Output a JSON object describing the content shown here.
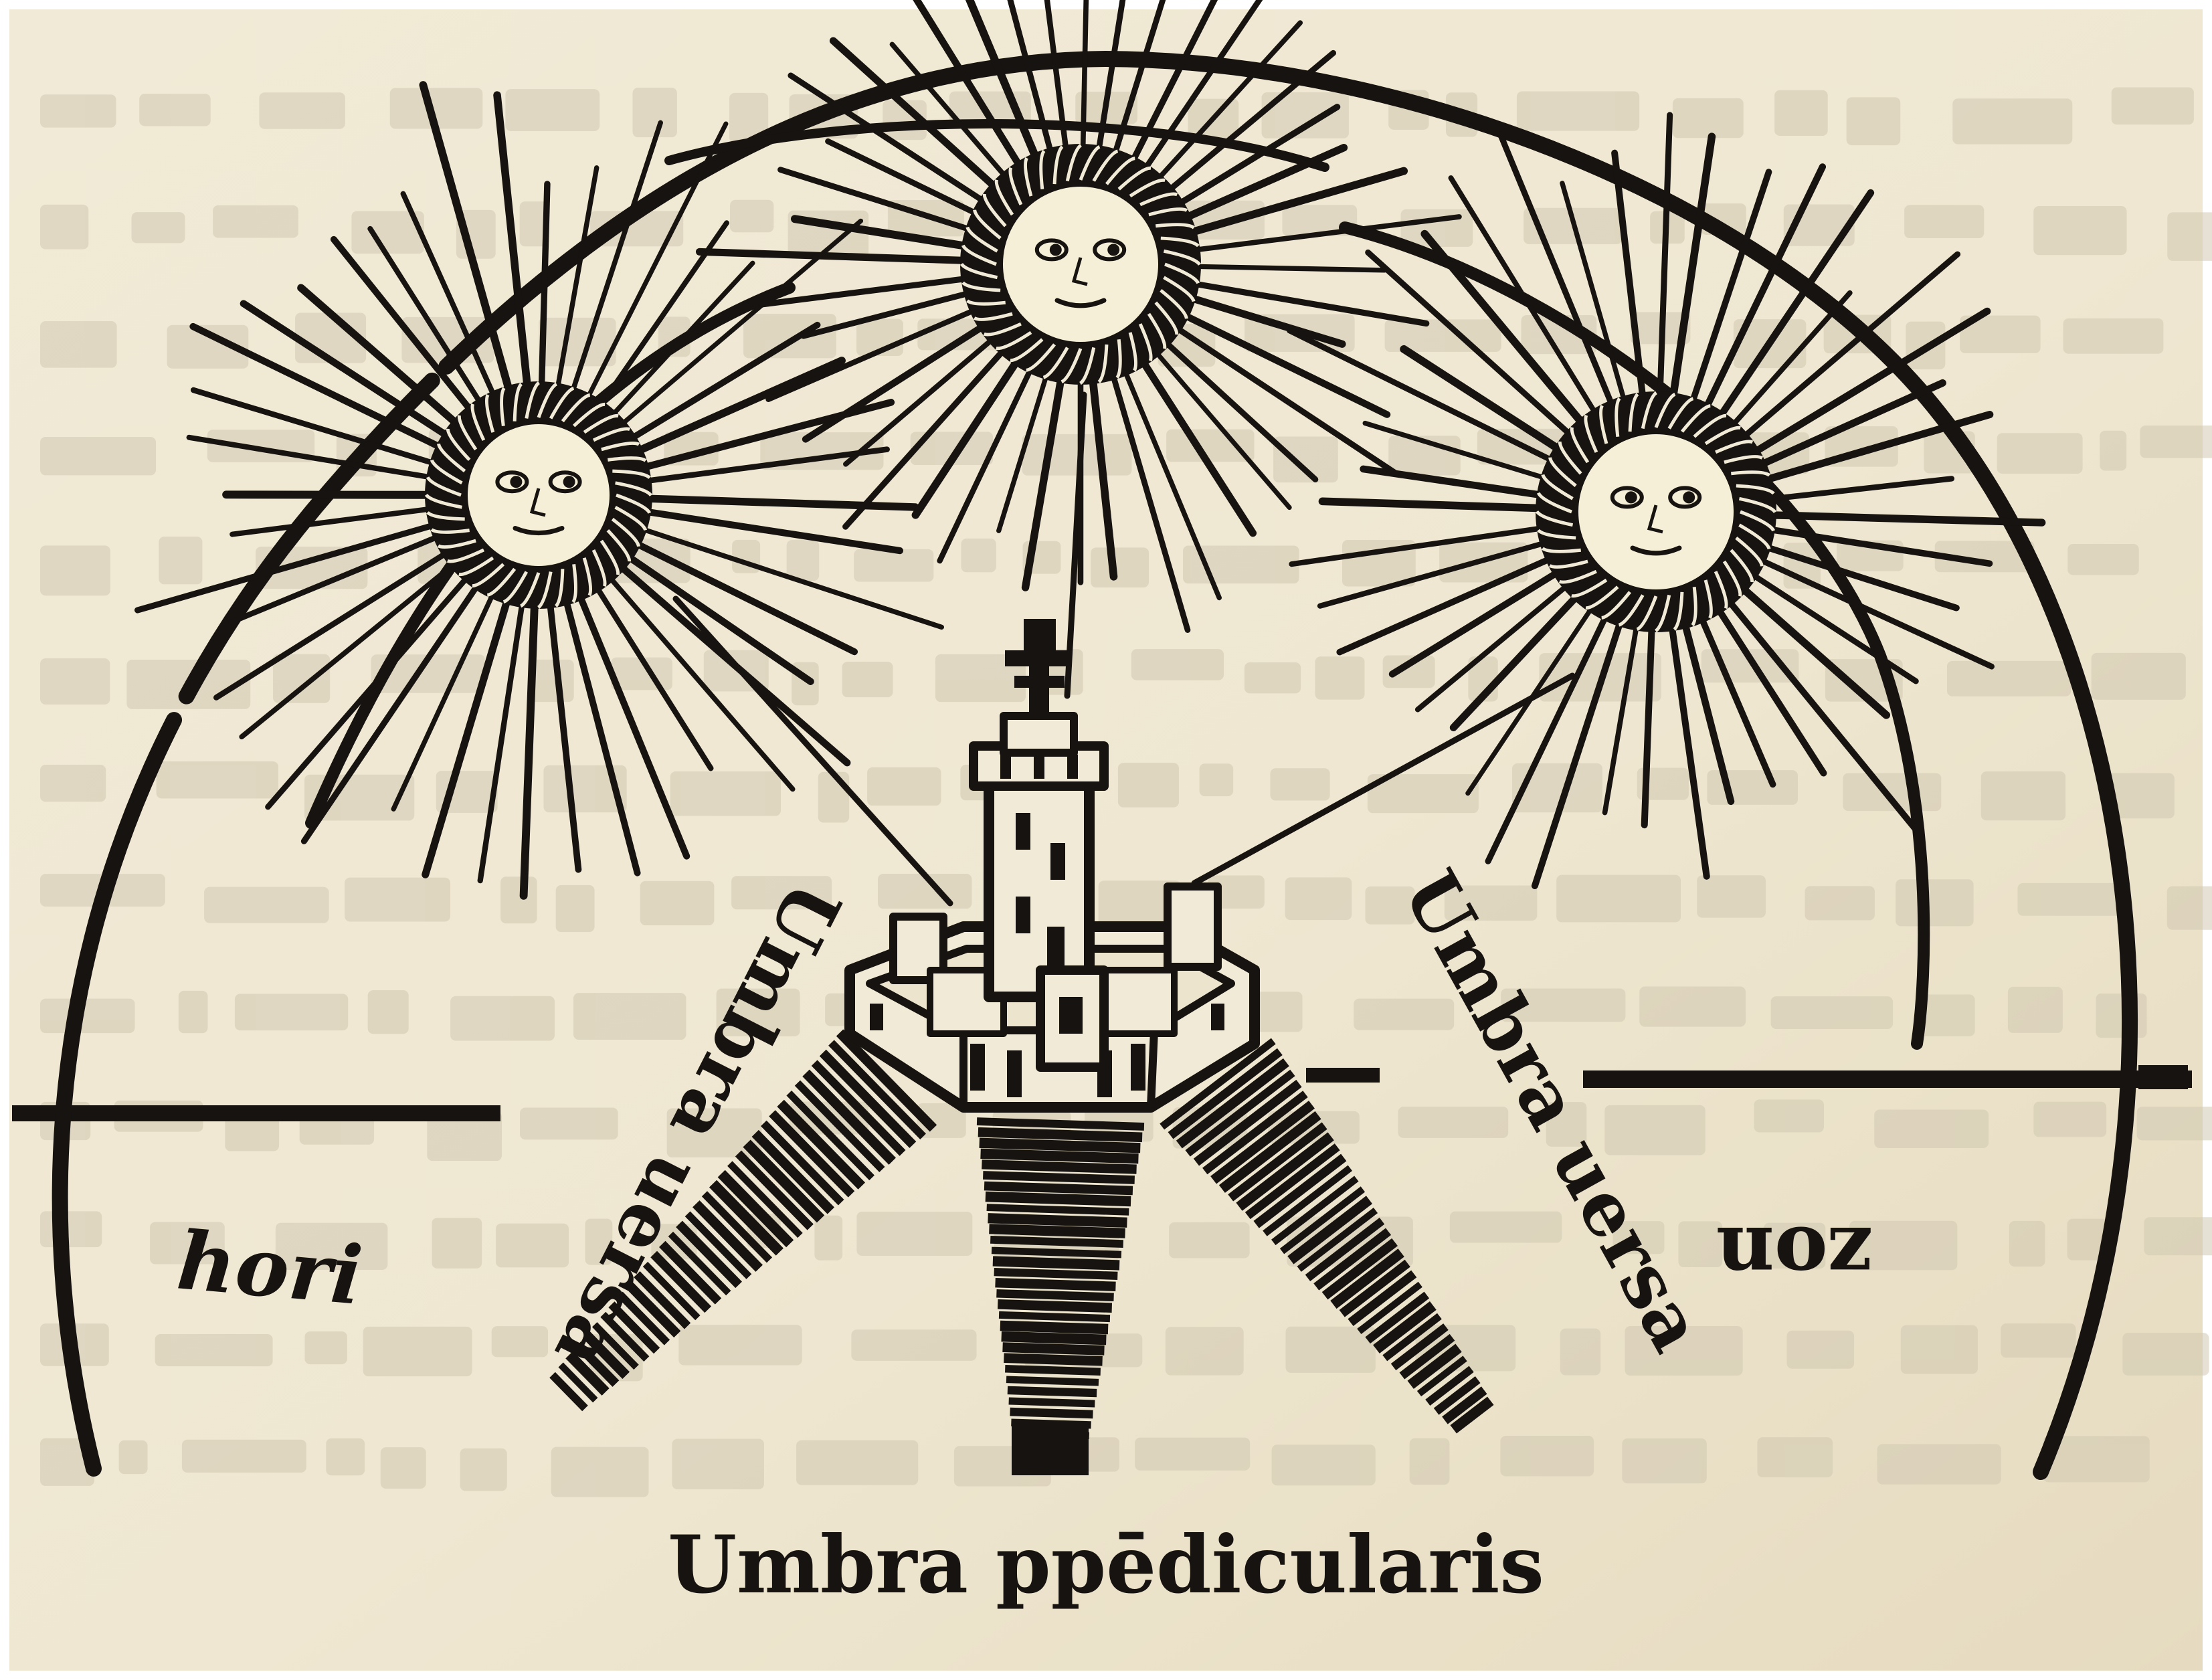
{
  "labels": {
    "horizon_left": "hori",
    "horizon_right": "zon",
    "shadow_left": "Umbra uersa",
    "shadow_right": "Umbra uersa",
    "shadow_center": "Umbra ppēdicularis"
  },
  "colors": {
    "paper": "#f1ead6",
    "paper_edge": "#e7dcc0",
    "ink": "#161310",
    "bleed": "#d2c9b2",
    "face": "#f6efd8"
  }
}
